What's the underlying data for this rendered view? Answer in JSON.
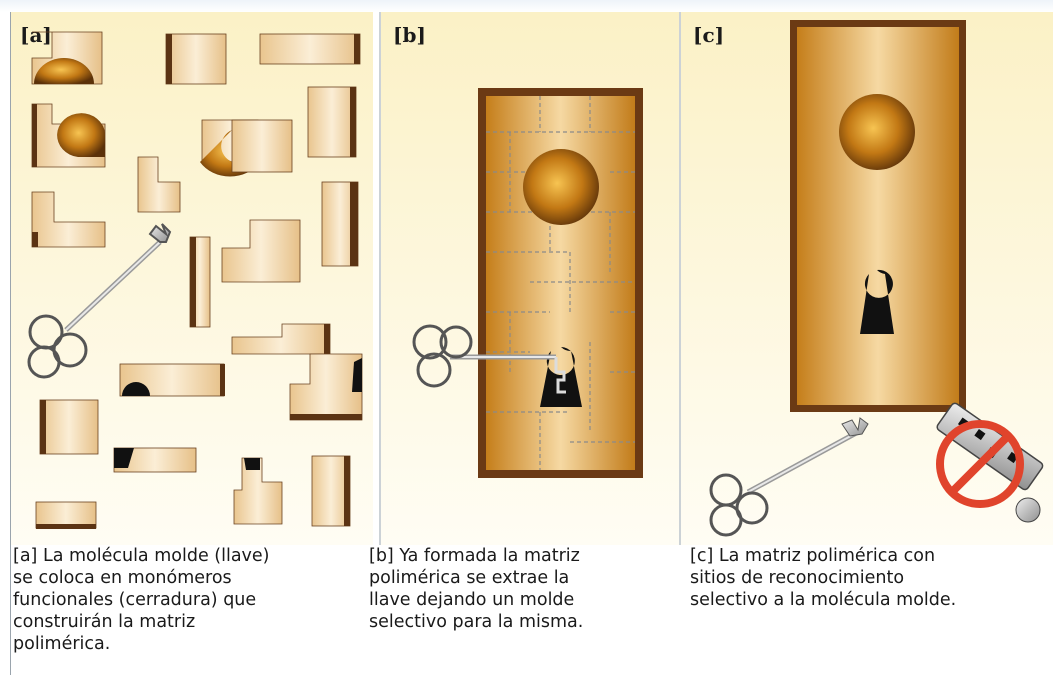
{
  "panels": [
    {
      "label": "[a]",
      "caption": "[a] La molécula molde (llave)\nse coloca en monómeros\nfuncionales (cerradura) que\nconstruirán la matriz\npolimérica."
    },
    {
      "label": "[b]",
      "caption": "[b] Ya formada la matriz\npolimérica se extrae la\nllave dejando un molde\nselectivo para la misma."
    },
    {
      "label": "[c]",
      "caption": "[c] La matriz polimérica con\nsitios de reconocimiento\nselectivo a la molécula molde."
    }
  ],
  "colors": {
    "panel_bg_top": "#fbf3cf",
    "panel_bg_bottom": "#fffdf2",
    "block_light": "#f3dcb4",
    "block_dark": "#5b3313",
    "gold": "#c98a1d",
    "no_sign": "#e0442c"
  },
  "icons": [
    "key-icon",
    "keyhole-icon",
    "no-entry-icon",
    "fake-key-icon"
  ]
}
